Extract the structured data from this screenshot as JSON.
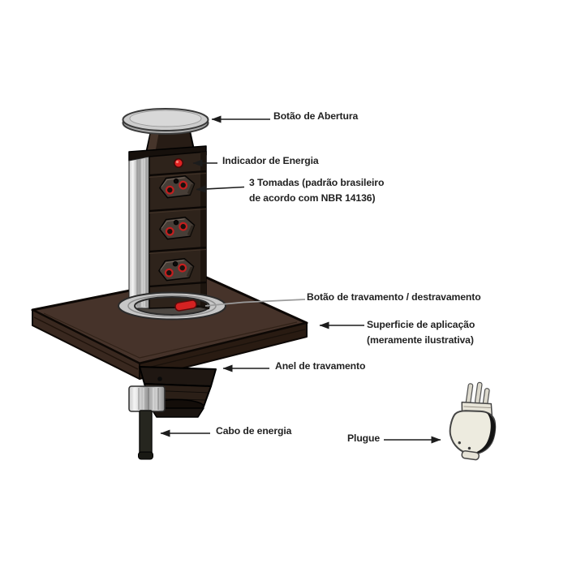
{
  "diagram": {
    "title": "Pop-up power outlet tower diagram",
    "labels": {
      "open_button": "Botão de Abertura",
      "power_indicator": "Indicador de Energia",
      "outlets_line1": "3 Tomadas (padrão brasileiro",
      "outlets_line2": "de acordo com NBR 14136)",
      "lock_button": "Botão de travamento / destravamento",
      "surface_line1": "Superficie de aplicação",
      "surface_line2": "(meramente ilustrativa)",
      "lock_ring": "Anel de travamento",
      "power_cable": "Cabo de energia",
      "plug": "Plugue"
    },
    "colors": {
      "background": "#ffffff",
      "label_text": "#222222",
      "arrow": "#1c1c1c",
      "leader_gray": "#9b9b9b",
      "led_red": "#e02222",
      "lock_button_red": "#d52222",
      "socket_ring_red": "#c31f1f",
      "table_brown": "#46332a",
      "tower_body_brown": "#2e231b",
      "aluminum_gray": "#c8c8c8",
      "disc_gray": "#cccccc",
      "plug_body_beige": "#edebdf"
    }
  }
}
